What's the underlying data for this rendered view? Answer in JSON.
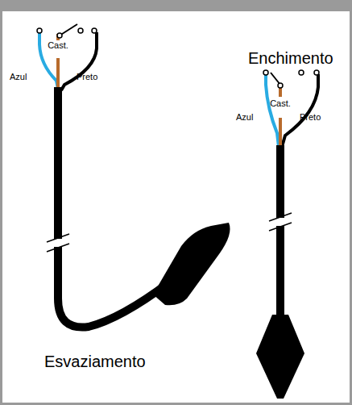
{
  "diagram": {
    "labels": [
      "Enchimento",
      "Cast.",
      "Azul",
      "Preto",
      "Cast.",
      "Azul",
      "Preto",
      "Esvaziamento"
    ]
  }
}
